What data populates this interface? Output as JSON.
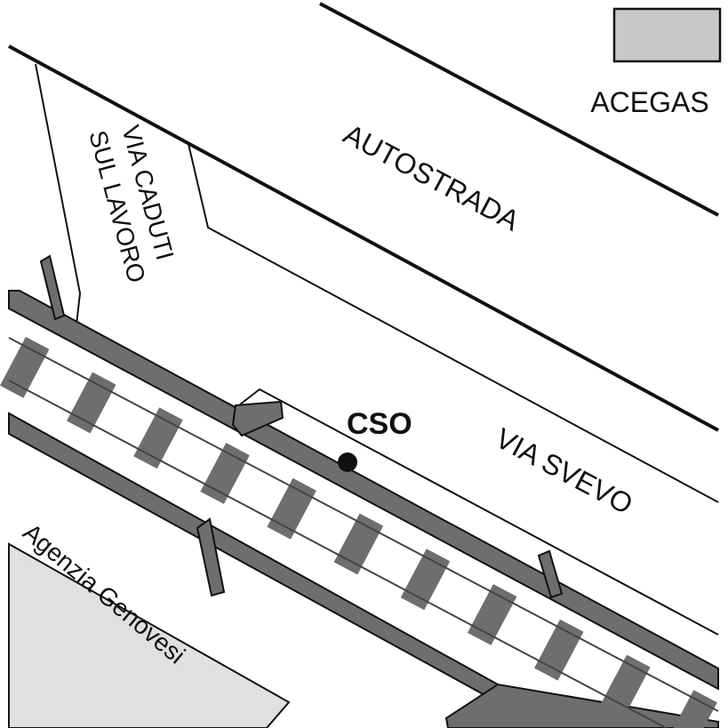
{
  "legend": {
    "label": "ACEGAS",
    "fill_color": "#c8c8c8"
  },
  "labels": {
    "autostrada": "AUTOSTRADA",
    "via_caduti_line1": "VIA CADUTI",
    "via_caduti_line2": "SUL LAVORO",
    "via_svevo": "VIA SVEVO",
    "agenzia": "Agenzia Genovesi",
    "cso": "CSO"
  },
  "colors": {
    "ink": "#111111",
    "wall_gray": "#6e6e6e",
    "sleeper_gray": "#6e6e6e",
    "building_gray": "#e0e0e0"
  }
}
